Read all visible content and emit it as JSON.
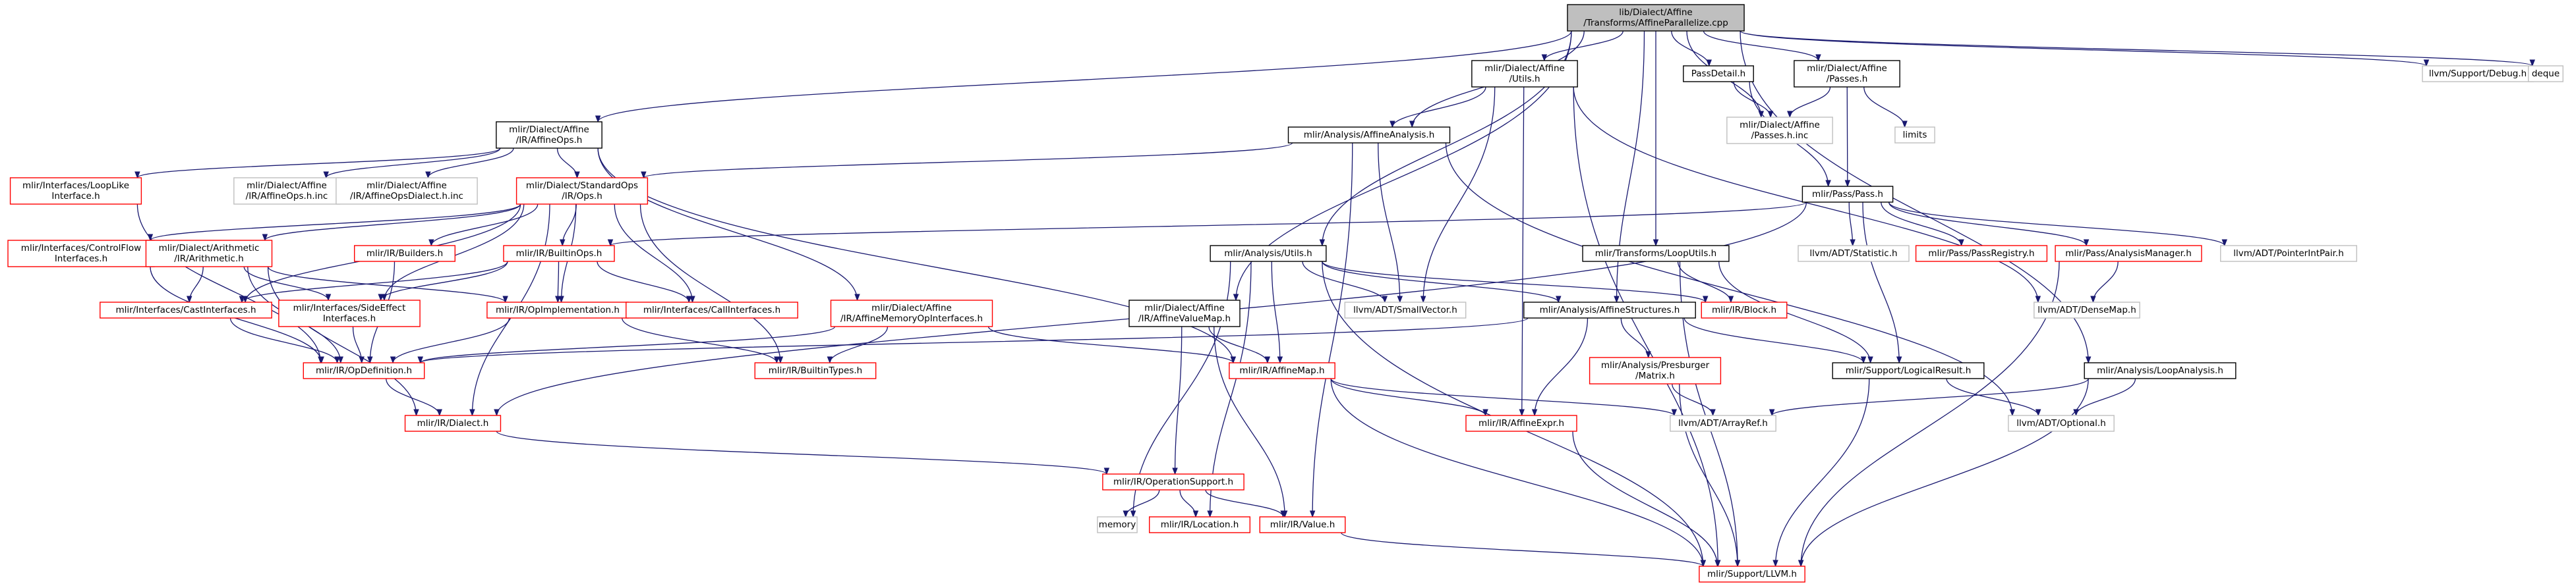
{
  "colors": {
    "edge": "#191970",
    "border_default": "#000000",
    "border_red": "#ff0000",
    "border_gray": "#bfbfbf",
    "fill_root": "#bfbfbf",
    "fill_default": "#ffffff"
  },
  "nodes": [
    {
      "id": "root",
      "kind": "root",
      "lines": [
        "lib/Dialect/Affine",
        "/Transforms/AffineParallelize.cpp"
      ]
    },
    {
      "id": "affineops",
      "kind": "normal",
      "lines": [
        "mlir/Dialect/Affine",
        "/IR/AffineOps.h"
      ]
    },
    {
      "id": "affutils",
      "kind": "normal",
      "lines": [
        "mlir/Dialect/Affine",
        "/Utils.h"
      ]
    },
    {
      "id": "passdetail",
      "kind": "normal",
      "lines": [
        "PassDetail.h"
      ]
    },
    {
      "id": "affpasses",
      "kind": "normal",
      "lines": [
        "mlir/Dialect/Affine",
        "/Passes.h"
      ]
    },
    {
      "id": "debug",
      "kind": "gray",
      "lines": [
        "llvm/Support/Debug.h"
      ]
    },
    {
      "id": "deque",
      "kind": "gray",
      "lines": [
        "deque"
      ]
    },
    {
      "id": "looplike",
      "kind": "red",
      "lines": [
        "mlir/Interfaces/LoopLike",
        "Interface.h"
      ]
    },
    {
      "id": "affopsinc",
      "kind": "gray",
      "lines": [
        "mlir/Dialect/Affine",
        "/IR/AffineOps.h.inc"
      ]
    },
    {
      "id": "affopsdialectinc",
      "kind": "gray",
      "lines": [
        "mlir/Dialect/Affine",
        "/IR/AffineOpsDialect.h.inc"
      ]
    },
    {
      "id": "stdops",
      "kind": "red",
      "lines": [
        "mlir/Dialect/StandardOps",
        "/IR/Ops.h"
      ]
    },
    {
      "id": "affanalysis",
      "kind": "normal",
      "lines": [
        "mlir/Analysis/AffineAnalysis.h"
      ]
    },
    {
      "id": "affpassesinc",
      "kind": "gray",
      "lines": [
        "mlir/Dialect/Affine",
        "/Passes.h.inc"
      ]
    },
    {
      "id": "limits",
      "kind": "gray",
      "lines": [
        "limits"
      ]
    },
    {
      "id": "pass",
      "kind": "normal",
      "lines": [
        "mlir/Pass/Pass.h"
      ]
    },
    {
      "id": "controlflow",
      "kind": "red",
      "lines": [
        "mlir/Interfaces/ControlFlow",
        "Interfaces.h"
      ]
    },
    {
      "id": "arith",
      "kind": "red",
      "lines": [
        "mlir/Dialect/Arithmetic",
        "/IR/Arithmetic.h"
      ]
    },
    {
      "id": "builders",
      "kind": "red",
      "lines": [
        "mlir/IR/Builders.h"
      ]
    },
    {
      "id": "builtinops",
      "kind": "red",
      "lines": [
        "mlir/IR/BuiltinOps.h"
      ]
    },
    {
      "id": "castint",
      "kind": "red",
      "lines": [
        "mlir/Interfaces/CastInterfaces.h"
      ]
    },
    {
      "id": "sideeffect",
      "kind": "red",
      "lines": [
        "mlir/Interfaces/SideEffect",
        "Interfaces.h"
      ]
    },
    {
      "id": "opimpl",
      "kind": "red",
      "lines": [
        "mlir/IR/OpImplementation.h"
      ]
    },
    {
      "id": "callint",
      "kind": "red",
      "lines": [
        "mlir/Interfaces/CallInterfaces.h"
      ]
    },
    {
      "id": "memopint",
      "kind": "red",
      "lines": [
        "mlir/Dialect/Affine",
        "/IR/AffineMemoryOpInterfaces.h"
      ]
    },
    {
      "id": "opdef",
      "kind": "red",
      "lines": [
        "mlir/IR/OpDefinition.h"
      ]
    },
    {
      "id": "builtintypes",
      "kind": "red",
      "lines": [
        "mlir/IR/BuiltinTypes.h"
      ]
    },
    {
      "id": "analysisutils",
      "kind": "normal",
      "lines": [
        "mlir/Analysis/Utils.h"
      ]
    },
    {
      "id": "affvaluemap",
      "kind": "normal",
      "lines": [
        "mlir/Dialect/Affine",
        "/IR/AffineValueMap.h"
      ]
    },
    {
      "id": "smallvector",
      "kind": "gray",
      "lines": [
        "llvm/ADT/SmallVector.h"
      ]
    },
    {
      "id": "looputils",
      "kind": "normal",
      "lines": [
        "mlir/Transforms/LoopUtils.h"
      ]
    },
    {
      "id": "block",
      "kind": "red",
      "lines": [
        "mlir/IR/Block.h"
      ]
    },
    {
      "id": "affstructures",
      "kind": "normal",
      "lines": [
        "mlir/Analysis/AffineStructures.h"
      ]
    },
    {
      "id": "statistic",
      "kind": "gray",
      "lines": [
        "llvm/ADT/Statistic.h"
      ]
    },
    {
      "id": "passregistry",
      "kind": "red",
      "lines": [
        "mlir/Pass/PassRegistry.h"
      ]
    },
    {
      "id": "analysismanager",
      "kind": "red",
      "lines": [
        "mlir/Pass/AnalysisManager.h"
      ]
    },
    {
      "id": "pointerintpair",
      "kind": "gray",
      "lines": [
        "llvm/ADT/PointerIntPair.h"
      ]
    },
    {
      "id": "densemap",
      "kind": "gray",
      "lines": [
        "llvm/ADT/DenseMap.h"
      ]
    },
    {
      "id": "affinemap",
      "kind": "red",
      "lines": [
        "mlir/IR/AffineMap.h"
      ]
    },
    {
      "id": "presburger",
      "kind": "red",
      "lines": [
        "mlir/Analysis/Presburger",
        "/Matrix.h"
      ]
    },
    {
      "id": "logicalresult",
      "kind": "normal",
      "lines": [
        "mlir/Support/LogicalResult.h"
      ]
    },
    {
      "id": "loopanalysis",
      "kind": "normal",
      "lines": [
        "mlir/Analysis/LoopAnalysis.h"
      ]
    },
    {
      "id": "dialect",
      "kind": "red",
      "lines": [
        "mlir/IR/Dialect.h"
      ]
    },
    {
      "id": "affineexpr",
      "kind": "red",
      "lines": [
        "mlir/IR/AffineExpr.h"
      ]
    },
    {
      "id": "arrayref",
      "kind": "gray",
      "lines": [
        "llvm/ADT/ArrayRef.h"
      ]
    },
    {
      "id": "optional",
      "kind": "gray",
      "lines": [
        "llvm/ADT/Optional.h"
      ]
    },
    {
      "id": "opsupport",
      "kind": "red",
      "lines": [
        "mlir/IR/OperationSupport.h"
      ]
    },
    {
      "id": "memory",
      "kind": "gray",
      "lines": [
        "memory"
      ]
    },
    {
      "id": "location",
      "kind": "red",
      "lines": [
        "mlir/IR/Location.h"
      ]
    },
    {
      "id": "value",
      "kind": "red",
      "lines": [
        "mlir/IR/Value.h"
      ]
    },
    {
      "id": "llvm",
      "kind": "red",
      "lines": [
        "mlir/Support/LLVM.h"
      ]
    }
  ],
  "edges": [
    [
      "root",
      "affineops"
    ],
    [
      "root",
      "affutils"
    ],
    [
      "root",
      "passdetail"
    ],
    [
      "root",
      "affpasses"
    ],
    [
      "root",
      "debug"
    ],
    [
      "root",
      "deque"
    ],
    [
      "root",
      "affanalysis"
    ],
    [
      "root",
      "affpassesinc"
    ],
    [
      "root",
      "analysisutils"
    ],
    [
      "root",
      "affvaluemap"
    ],
    [
      "root",
      "looputils"
    ],
    [
      "root",
      "affstructures"
    ],
    [
      "root",
      "loopanalysis"
    ],
    [
      "affineops",
      "looplike"
    ],
    [
      "affineops",
      "affopsinc"
    ],
    [
      "affineops",
      "affopsdialectinc"
    ],
    [
      "affineops",
      "stdops"
    ],
    [
      "affineops",
      "memopint"
    ],
    [
      "affineops",
      "affinemap"
    ],
    [
      "affutils",
      "affanalysis"
    ],
    [
      "affutils",
      "smallvector"
    ],
    [
      "affutils",
      "affineexpr"
    ],
    [
      "affutils",
      "densemap"
    ],
    [
      "affutils",
      "llvm"
    ],
    [
      "passdetail",
      "affpassesinc"
    ],
    [
      "passdetail",
      "pass"
    ],
    [
      "affpasses",
      "affpassesinc"
    ],
    [
      "affpasses",
      "limits"
    ],
    [
      "affpasses",
      "pass"
    ],
    [
      "looplike",
      "opdef"
    ],
    [
      "stdops",
      "controlflow"
    ],
    [
      "stdops",
      "arith"
    ],
    [
      "stdops",
      "builders"
    ],
    [
      "stdops",
      "builtinops"
    ],
    [
      "stdops",
      "castint"
    ],
    [
      "stdops",
      "sideeffect"
    ],
    [
      "stdops",
      "opimpl"
    ],
    [
      "stdops",
      "callint"
    ],
    [
      "stdops",
      "builtintypes"
    ],
    [
      "stdops",
      "dialect"
    ],
    [
      "affanalysis",
      "stdops"
    ],
    [
      "affanalysis",
      "smallvector"
    ],
    [
      "affanalysis",
      "value"
    ],
    [
      "affanalysis",
      "optional"
    ],
    [
      "pass",
      "builtinops"
    ],
    [
      "pass",
      "statistic"
    ],
    [
      "pass",
      "passregistry"
    ],
    [
      "pass",
      "analysismanager"
    ],
    [
      "pass",
      "pointerintpair"
    ],
    [
      "pass",
      "logicalresult"
    ],
    [
      "pass",
      "dialect"
    ],
    [
      "controlflow",
      "opdef"
    ],
    [
      "arith",
      "castint"
    ],
    [
      "arith",
      "sideeffect"
    ],
    [
      "arith",
      "opimpl"
    ],
    [
      "arith",
      "opdef"
    ],
    [
      "arith",
      "dialect"
    ],
    [
      "builders",
      "opdef"
    ],
    [
      "builtinops",
      "castint"
    ],
    [
      "builtinops",
      "sideeffect"
    ],
    [
      "builtinops",
      "opimpl"
    ],
    [
      "builtinops",
      "callint"
    ],
    [
      "castint",
      "opdef"
    ],
    [
      "sideeffect",
      "opdef"
    ],
    [
      "opimpl",
      "opdef"
    ],
    [
      "opimpl",
      "builtintypes"
    ],
    [
      "memopint",
      "opdef"
    ],
    [
      "memopint",
      "builtintypes"
    ],
    [
      "memopint",
      "affinemap"
    ],
    [
      "opdef",
      "dialect"
    ],
    [
      "analysisutils",
      "affstructures"
    ],
    [
      "analysisutils",
      "smallvector"
    ],
    [
      "analysisutils",
      "block"
    ],
    [
      "analysisutils",
      "affinemap"
    ],
    [
      "analysisutils",
      "memory"
    ],
    [
      "analysisutils",
      "location"
    ],
    [
      "analysisutils",
      "llvm"
    ],
    [
      "affvaluemap",
      "affinemap"
    ],
    [
      "affvaluemap",
      "opsupport"
    ],
    [
      "affvaluemap",
      "value"
    ],
    [
      "looputils",
      "block"
    ],
    [
      "looputils",
      "logicalresult"
    ],
    [
      "looputils",
      "llvm"
    ],
    [
      "affstructures",
      "opdef"
    ],
    [
      "affstructures",
      "presburger"
    ],
    [
      "affstructures",
      "logicalresult"
    ],
    [
      "affstructures",
      "affineexpr"
    ],
    [
      "analysismanager",
      "densemap"
    ],
    [
      "analysismanager",
      "llvm"
    ],
    [
      "affinemap",
      "affineexpr"
    ],
    [
      "affinemap",
      "arrayref"
    ],
    [
      "affinemap",
      "llvm"
    ],
    [
      "presburger",
      "arrayref"
    ],
    [
      "presburger",
      "llvm"
    ],
    [
      "logicalresult",
      "optional"
    ],
    [
      "logicalresult",
      "llvm"
    ],
    [
      "loopanalysis",
      "optional"
    ],
    [
      "loopanalysis",
      "arrayref"
    ],
    [
      "loopanalysis",
      "llvm"
    ],
    [
      "dialect",
      "opsupport"
    ],
    [
      "affineexpr",
      "llvm"
    ],
    [
      "opsupport",
      "memory"
    ],
    [
      "opsupport",
      "location"
    ],
    [
      "opsupport",
      "value"
    ],
    [
      "value",
      "llvm"
    ]
  ]
}
